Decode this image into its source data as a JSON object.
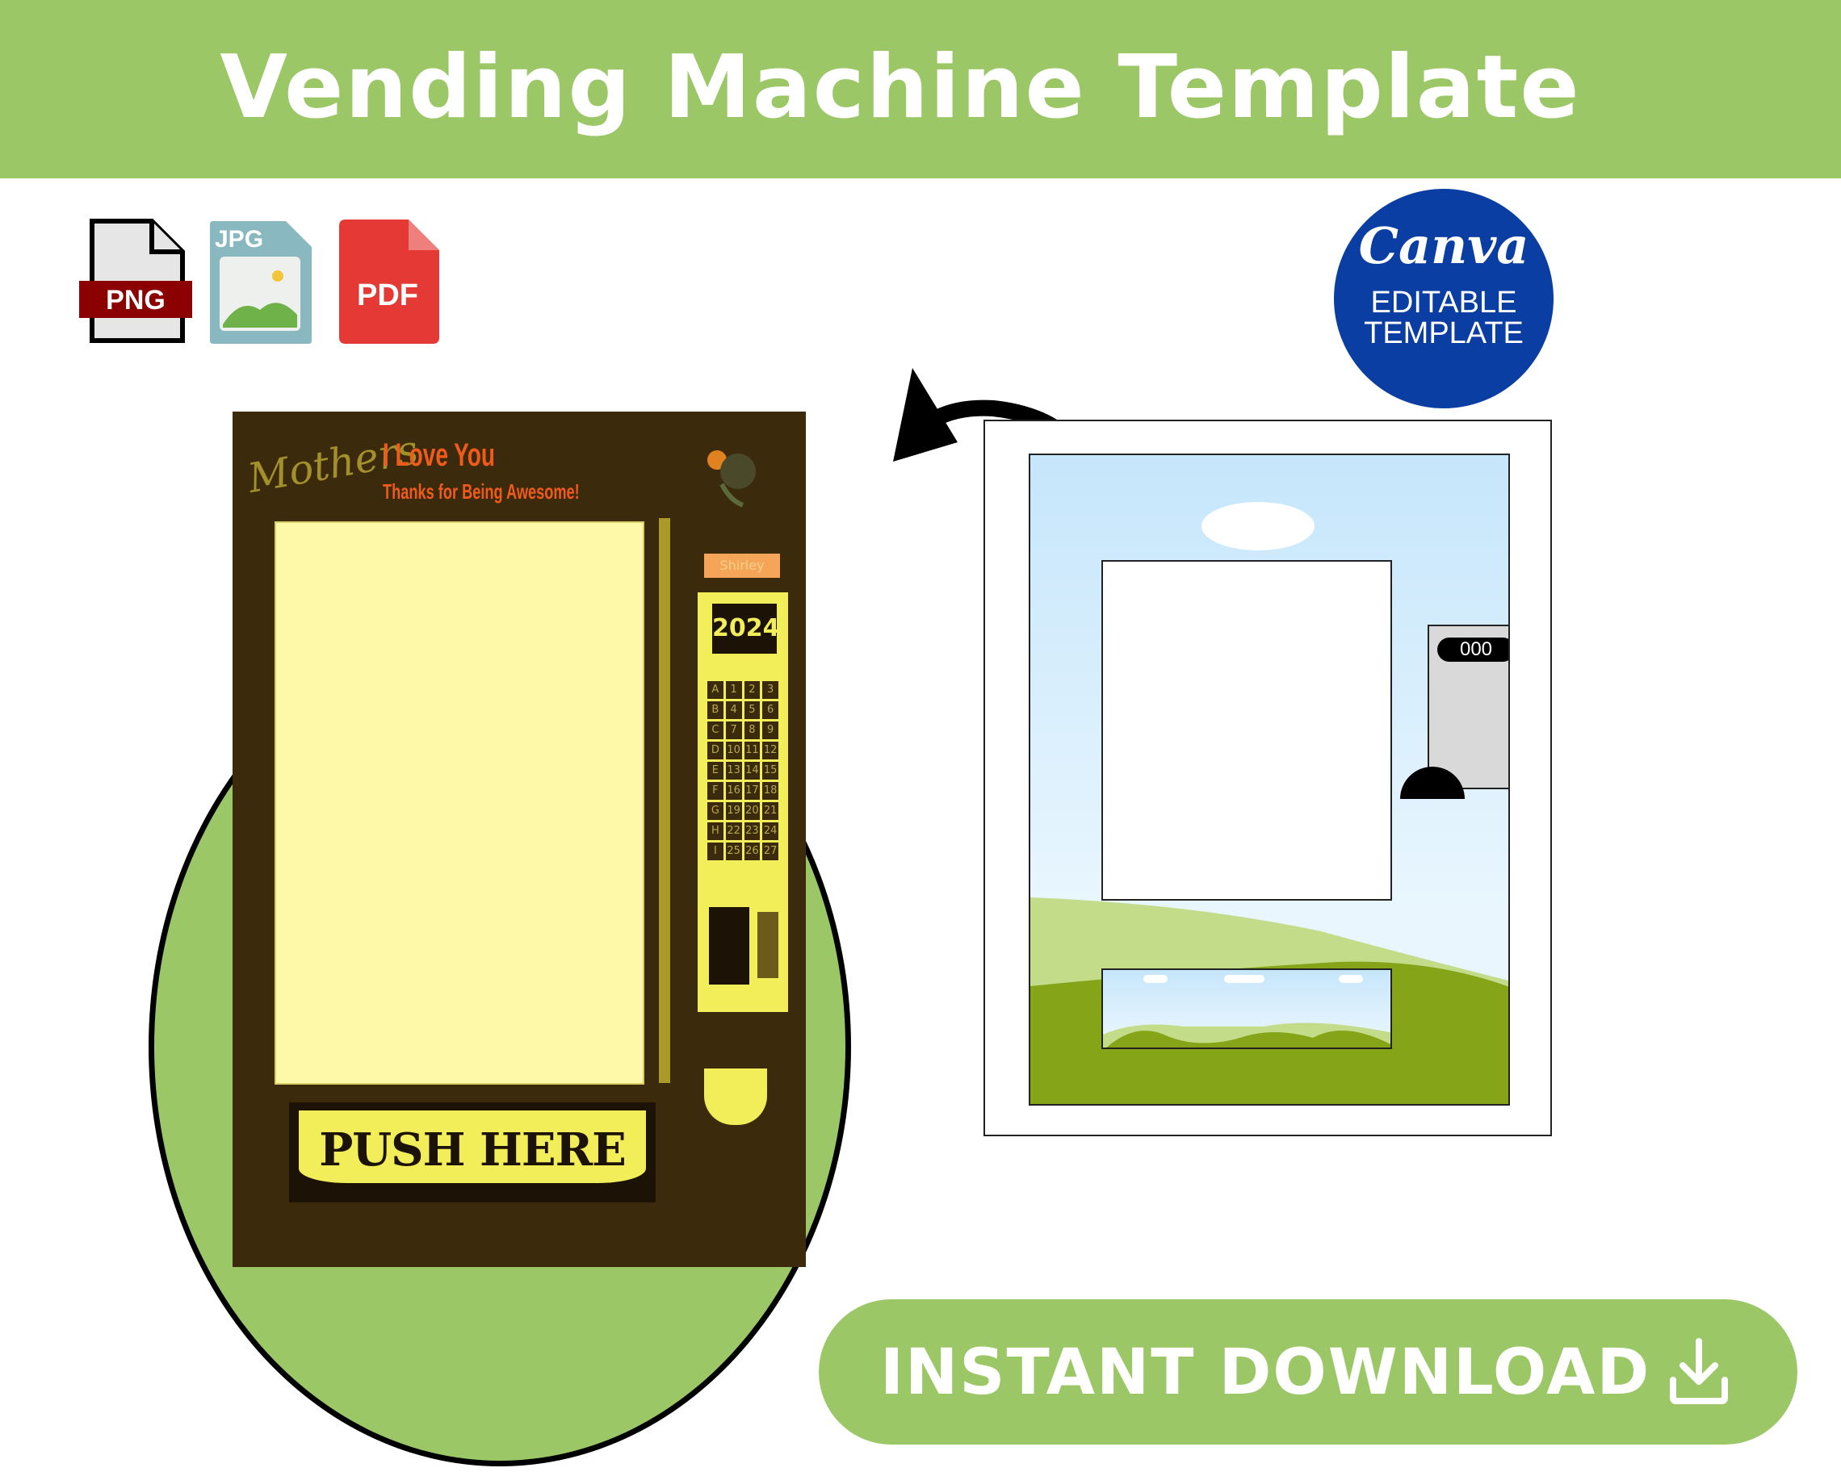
{
  "banner": {
    "title": "Vending Machine Template"
  },
  "formats": [
    {
      "label": "PNG",
      "icon": "png-file-icon"
    },
    {
      "label": "JPG",
      "icon": "jpg-file-icon"
    },
    {
      "label": "PDF",
      "icon": "pdf-file-icon"
    }
  ],
  "canva_badge": {
    "brand": "Canva",
    "line1": "EDITABLE",
    "line2": "TEMPLATE",
    "color": "#0a3ea3"
  },
  "sample": {
    "script": "Mothers",
    "heading": "I Love You",
    "subheading": "Thanks for Being Awesome!",
    "name_tag": "Shirley",
    "year": "2024",
    "keys": [
      "A",
      "1",
      "2",
      "3",
      "B",
      "4",
      "5",
      "6",
      "C",
      "7",
      "8",
      "9",
      "D",
      "10",
      "11",
      "12",
      "E",
      "13",
      "14",
      "15",
      "F",
      "16",
      "17",
      "18",
      "G",
      "19",
      "20",
      "21",
      "H",
      "22",
      "23",
      "24",
      "I",
      "25",
      "26",
      "27"
    ],
    "push_button": "PUSH HERE"
  },
  "template": {
    "counter": "000"
  },
  "download": {
    "label": "INSTANT DOWNLOAD",
    "icon": "download-icon"
  },
  "colors": {
    "accent": "#9cc766",
    "machine": "#3b2a0c",
    "machine_yellow": "#f2ee5a",
    "title_orange": "#f05a1a"
  }
}
